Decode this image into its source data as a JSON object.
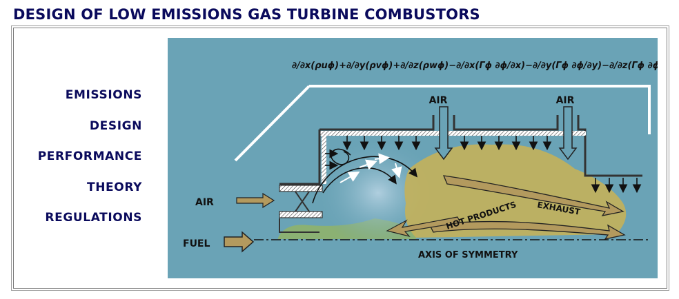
{
  "page": {
    "title": "DESIGN OF LOW EMISSIONS GAS TURBINE COMBUSTORS"
  },
  "nav": {
    "items": [
      {
        "label": "EMISSIONS"
      },
      {
        "label": "DESIGN"
      },
      {
        "label": "PERFORMANCE"
      },
      {
        "label": "THEORY"
      },
      {
        "label": "REGULATIONS"
      }
    ]
  },
  "diagram": {
    "equation": "∂/∂x(ρuϕ)+∂/∂y(ρvϕ)+∂/∂z(ρwϕ)−∂/∂x(Γϕ ∂ϕ/∂x)−∂/∂y(Γϕ ∂ϕ/∂y)−∂/∂z(Γϕ ∂ϕ/∂z)=Sϕ",
    "labels": {
      "air_top_left": "AIR",
      "air_top_right": "AIR",
      "air_inlet": "AIR",
      "fuel": "FUEL",
      "hot_products": "HOT PRODUCTS",
      "exhaust": "EXHAUST",
      "axis": "AXIS OF SYMMETRY"
    },
    "colors": {
      "background": "#6aa3b6",
      "flame": "#c4b15a",
      "arrow_fill": "#b39a5e",
      "text": "#0a0a5c"
    }
  }
}
